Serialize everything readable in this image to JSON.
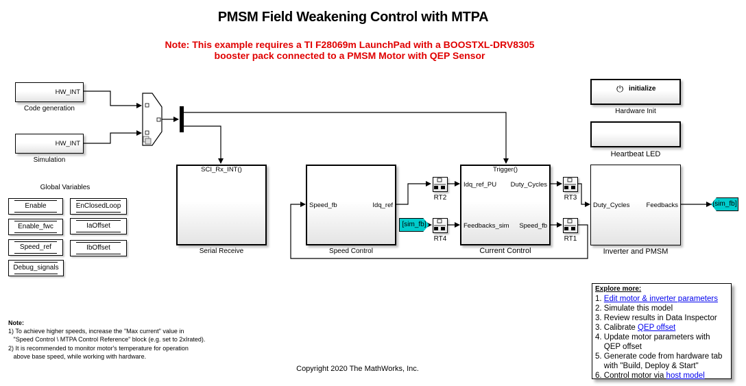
{
  "header": {
    "title": "PMSM Field Weakening Control with MTPA",
    "note_line1": "Note: This example requires a TI F28069m LaunchPad with a BOOSTXL-DRV8305",
    "note_line2": "booster pack connected to a PMSM Motor with QEP Sensor",
    "note_color": "#e00000"
  },
  "interrupt_blocks": [
    {
      "port": "HW_INT",
      "label": "Code generation"
    },
    {
      "port": "HW_INT",
      "label": "Simulation"
    }
  ],
  "global_variables": {
    "title": "Global Variables",
    "items": [
      "Enable",
      "EnClosedLoop",
      "Enable_fwc",
      "IaOffset",
      "Speed_ref",
      "IbOffset",
      "Debug_signals"
    ]
  },
  "subsystems": {
    "serial_receive": {
      "trigger": "SCI_Rx_INT()",
      "label": "Serial Receive"
    },
    "speed_control": {
      "in": "Speed_fb",
      "out": "Idq_ref",
      "label": "Speed Control"
    },
    "current_control": {
      "trigger": "Trigger()",
      "in1": "Idq_ref_PU",
      "in2": "Feedbacks_sim",
      "out1": "Duty_Cycles",
      "out2": "Speed_fb",
      "label": "Current Control"
    },
    "inverter": {
      "in": "Duty_Cycles",
      "out": "Feedbacks",
      "label": "Inverter and PMSM"
    },
    "hardware_init": {
      "text": "initialize",
      "label": "Hardware Init"
    },
    "heartbeat": {
      "label": "Heartbeat LED"
    }
  },
  "rate_transitions": [
    "RT2",
    "RT4",
    "RT3",
    "RT1"
  ],
  "goto_tags": {
    "from": "[sim_fb]",
    "goto": "[sim_fb]",
    "color": "#00cccc"
  },
  "notes": {
    "title": "Note:",
    "lines": [
      "1) To achieve higher speeds, increase the \"Max current\" value in",
      "   \"Speed Control \\ MTPA Control Reference\" block (e.g. set to 2xIrated).",
      "2) It is recommended to monitor motor's temperature for operation",
      "   above base speed, while working with hardware."
    ]
  },
  "explore": {
    "title": "Explore more:",
    "items": [
      {
        "prefix": "1. ",
        "link": "Edit motor & inverter parameters",
        "suffix": ""
      },
      {
        "prefix": "2. Simulate this model",
        "link": "",
        "suffix": ""
      },
      {
        "prefix": "3. Review results in Data Inspector",
        "link": "",
        "suffix": ""
      },
      {
        "prefix": "3. Calibrate ",
        "link": "QEP offset",
        "suffix": ""
      },
      {
        "prefix": "4. Update motor parameters with",
        "link": "",
        "suffix": ""
      },
      {
        "prefix": "    QEP offset",
        "link": "",
        "suffix": ""
      },
      {
        "prefix": "5. Generate code from hardware tab",
        "link": "",
        "suffix": ""
      },
      {
        "prefix": "    with \"Build, Deploy & Start\"",
        "link": "",
        "suffix": ""
      },
      {
        "prefix": "6. Control motor via ",
        "link": "host model",
        "suffix": ""
      }
    ]
  },
  "footer": {
    "copyright": "Copyright 2020 The MathWorks, Inc."
  }
}
